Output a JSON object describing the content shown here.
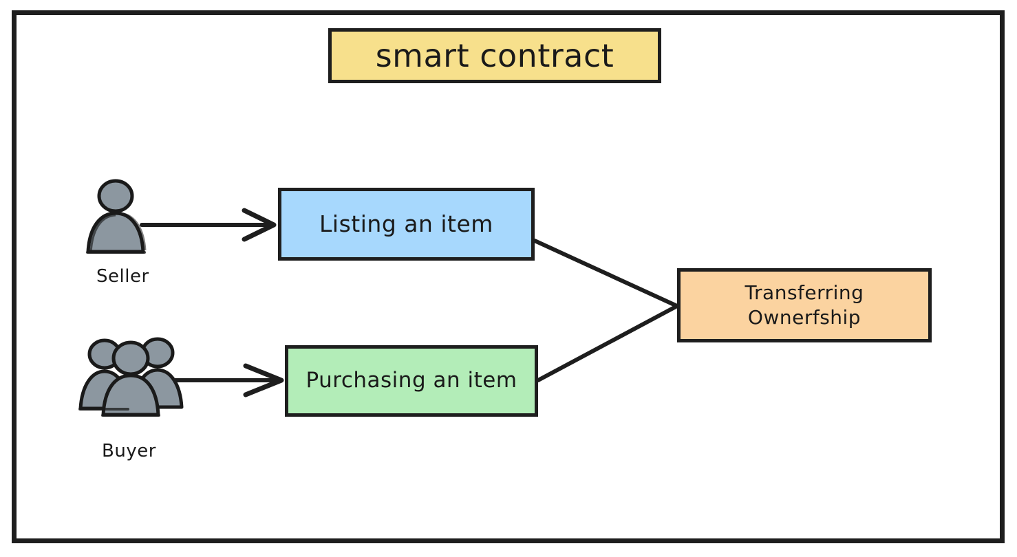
{
  "diagram": {
    "title_box": {
      "label": "smart contract",
      "color": "#f7e08c"
    },
    "nodes": [
      {
        "id": "listing",
        "label": "Listing an item",
        "color": "#a7d8fd",
        "icon": "rectangle-node"
      },
      {
        "id": "purchasing",
        "label": "Purchasing an item",
        "color": "#b3edb8",
        "icon": "rectangle-node"
      },
      {
        "id": "transferring",
        "label_line1": "Transferring",
        "label_line2": "Ownerfship",
        "color": "#fbd3a0",
        "icon": "rectangle-node"
      }
    ],
    "actors": [
      {
        "id": "seller",
        "label": "Seller",
        "icon": "single-person-icon",
        "fill": "#8c97a0"
      },
      {
        "id": "buyer",
        "label": "Buyer",
        "icon": "group-of-people-icon",
        "fill": "#8c97a0"
      }
    ],
    "edges": [
      {
        "from": "seller",
        "to": "listing",
        "style": "arrow"
      },
      {
        "from": "buyer",
        "to": "purchasing",
        "style": "arrow"
      },
      {
        "from": "listing",
        "to": "transferring",
        "style": "line"
      },
      {
        "from": "purchasing",
        "to": "transferring",
        "style": "line"
      }
    ],
    "colors": {
      "stroke": "#1e1e1e",
      "background": "#ffffff",
      "actor_fill": "#8c97a0"
    }
  }
}
